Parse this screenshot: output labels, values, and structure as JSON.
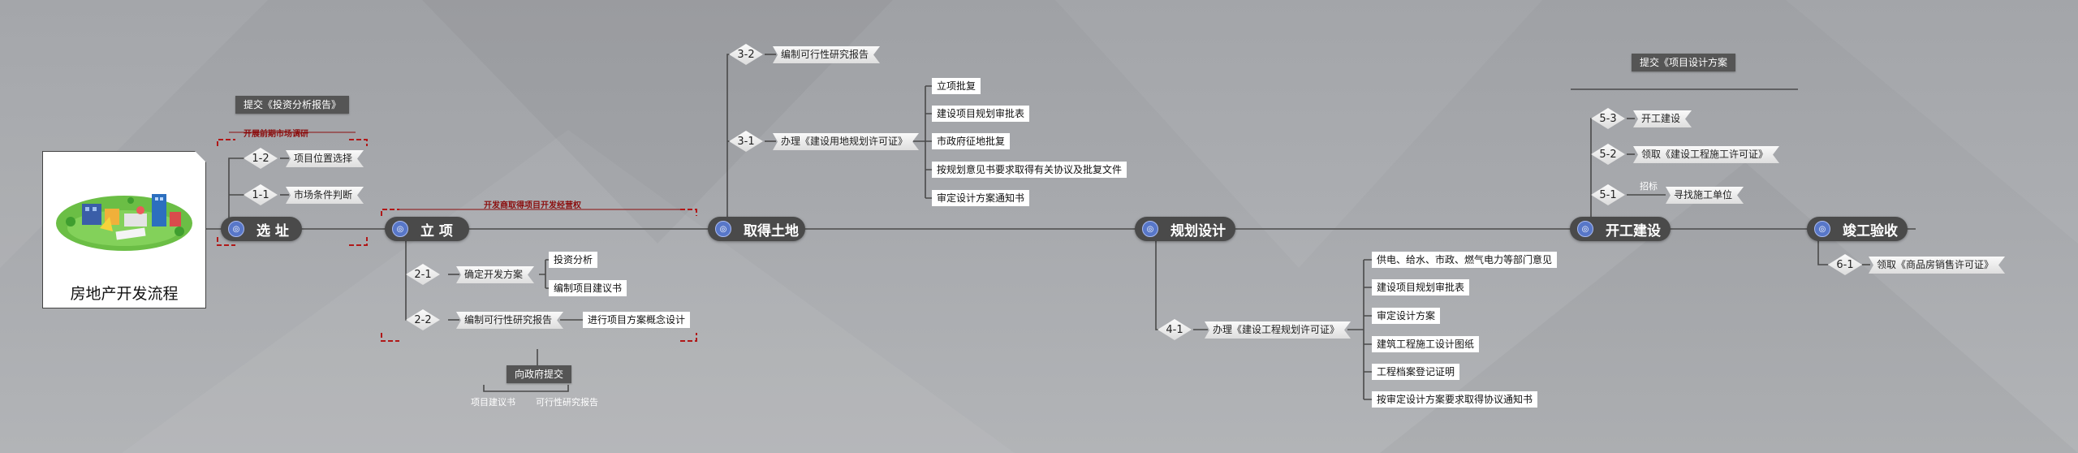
{
  "root": {
    "title": "房地产开发流程"
  },
  "stages": [
    {
      "id": "s1",
      "label": "选 址",
      "icon": "circle-icon"
    },
    {
      "id": "s2",
      "label": "立 项",
      "icon": "circle-icon"
    },
    {
      "id": "s3",
      "label": "取得土地",
      "icon": "circle-icon"
    },
    {
      "id": "s4",
      "label": "规划设计",
      "icon": "circle-icon"
    },
    {
      "id": "s5",
      "label": "开工建设",
      "icon": "circle-icon"
    },
    {
      "id": "s6",
      "label": "竣工验收",
      "icon": "circle-icon"
    }
  ],
  "site": {
    "summary": "提交《投资分析报告》",
    "boundary_note": "开展前期市场调研",
    "items": [
      {
        "num": "1-2",
        "label": "项目位置选择"
      },
      {
        "num": "1-1",
        "label": "市场条件判断"
      }
    ]
  },
  "approval": {
    "boundary_note": "开发商取得项目开发经营权",
    "items": [
      {
        "num": "2-1",
        "label": "确定开发方案",
        "subs": [
          "投资分析",
          "编制项目建议书"
        ]
      },
      {
        "num": "2-2",
        "label": "编制可行性研究报告",
        "subs": [
          "进行项目方案概念设计"
        ]
      }
    ],
    "summary": "向政府提交",
    "summary_subs": [
      "项目建议书",
      "可行性研究报告"
    ]
  },
  "land": {
    "items": [
      {
        "num": "3-2",
        "label": "编制可行性研究报告"
      },
      {
        "num": "3-1",
        "label": "办理《建设用地规划许可证》",
        "subs": [
          "立项批复",
          "建设项目规划审批表",
          "市政府征地批复",
          "按规划意见书要求取得有关协议及批复文件",
          "审定设计方案通知书"
        ]
      }
    ]
  },
  "design": {
    "items": [
      {
        "num": "4-1",
        "label": "办理《建设工程规划许可证》",
        "subs": [
          "供电、给水、市政、燃气电力等部门意见",
          "建设项目规划审批表",
          "审定设计方案",
          "建筑工程施工设计图纸",
          "工程档案登记证明",
          "按审定设计方案要求取得协议通知书"
        ]
      }
    ]
  },
  "construction": {
    "summary": "提交《项目设计方案",
    "items": [
      {
        "num": "5-3",
        "label": "开工建设"
      },
      {
        "num": "5-2",
        "label": "领取《建设工程施工许可证》"
      },
      {
        "num": "5-1",
        "label": "寻找施工单位",
        "note": "招标"
      }
    ]
  },
  "acceptance": {
    "items": [
      {
        "num": "6-1",
        "label": "领取《商品房销售许可证》"
      }
    ]
  }
}
